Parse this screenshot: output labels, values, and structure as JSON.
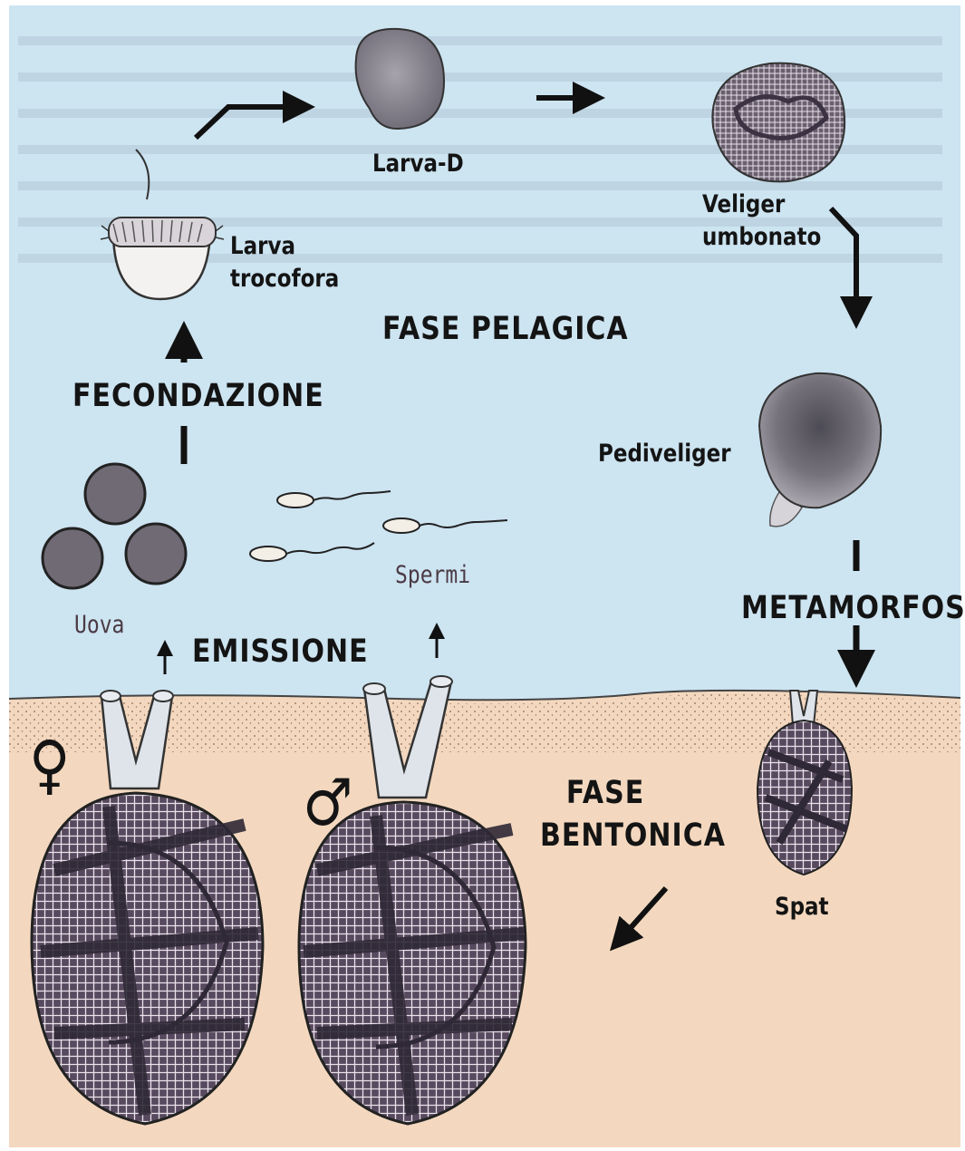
{
  "phases": {
    "pelagic": "FASE PELAGICA",
    "benthic_line1": "FASE",
    "benthic_line2": "BENTONICA"
  },
  "processes": {
    "fertilization": "FECONDAZIONE",
    "emission": "EMISSIONE",
    "metamorphosis": "METAMORFOSI"
  },
  "stages": {
    "trochophore_line1": "Larva",
    "trochophore_line2": "trocofora",
    "d_larva": "Larva-D",
    "veliger_line1": "Veliger",
    "veliger_line2": "umbonato",
    "pediveliger": "Pediveliger",
    "spat": "Spat",
    "eggs": "Uova",
    "sperm": "Spermi"
  },
  "symbols": {
    "female": "♀",
    "male": "♂"
  },
  "colors": {
    "water": "#cde4f1",
    "sediment": "#f3d8bf",
    "shell": "#4b4152",
    "siphon": "#dfe4ea",
    "egg": "#6f6a74",
    "arrow": "#111111"
  },
  "icons": [
    "arrow-icon",
    "female-symbol-icon",
    "male-symbol-icon",
    "egg-icon",
    "sperm-icon",
    "larva-icon",
    "clam-icon"
  ]
}
